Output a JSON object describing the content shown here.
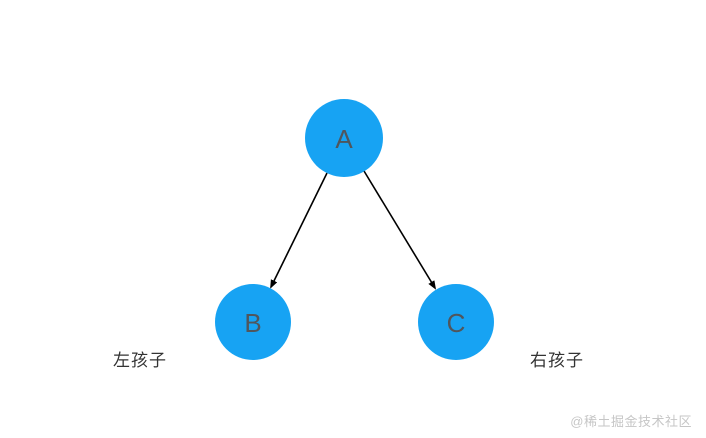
{
  "diagram": {
    "title": "binary-tree",
    "nodes": [
      {
        "id": "A",
        "label": "A"
      },
      {
        "id": "B",
        "label": "B"
      },
      {
        "id": "C",
        "label": "C"
      }
    ],
    "edges": [
      {
        "from": "A",
        "to": "B"
      },
      {
        "from": "A",
        "to": "C"
      }
    ],
    "edge_labels": {
      "left": "左孩子",
      "right": "右孩子"
    },
    "colors": {
      "node_fill": "#17a3f3",
      "node_text": "#50565c",
      "edge": "#000000",
      "label_text": "#333333",
      "watermark": "#c6c6c6"
    }
  },
  "watermark": {
    "text": "@稀土掘金技术社区"
  }
}
